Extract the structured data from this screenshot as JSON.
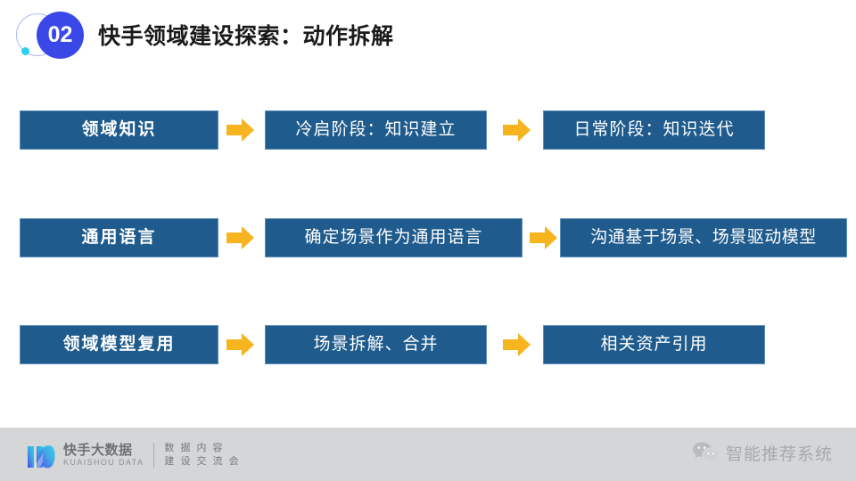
{
  "header": {
    "badge_number": "02",
    "title": "快手领域建设探索：动作拆解"
  },
  "flow": {
    "arrow_color": "#f6b51f",
    "node_fill": "#1f5b8c",
    "node_border": "#5b8ebb",
    "rows": [
      {
        "id": "row-1",
        "nodes": [
          {
            "label": "领域知识",
            "emphasis": "bold"
          },
          {
            "label": "冷启阶段：知识建立",
            "emphasis": "normal"
          },
          {
            "label": "日常阶段：知识迭代",
            "emphasis": "normal"
          }
        ],
        "arrows": [
          "arrow-right-icon",
          "arrow-right-icon"
        ]
      },
      {
        "id": "row-2",
        "nodes": [
          {
            "label": "通用语言",
            "emphasis": "bold"
          },
          {
            "label": "确定场景作为通用语言",
            "emphasis": "normal"
          },
          {
            "label": "沟通基于场景、场景驱动模型",
            "emphasis": "normal"
          }
        ],
        "arrows": [
          "arrow-right-icon",
          "arrow-right-icon"
        ]
      },
      {
        "id": "row-3",
        "nodes": [
          {
            "label": "领域模型复用",
            "emphasis": "bold"
          },
          {
            "label": "场景拆解、合并",
            "emphasis": "normal"
          },
          {
            "label": "相关资产引用",
            "emphasis": "normal"
          }
        ],
        "arrows": [
          "arrow-right-icon",
          "arrow-right-icon"
        ]
      }
    ]
  },
  "footer": {
    "background": "#d4d6d8",
    "logo": {
      "mark": "kuaishou-k-logo",
      "name_cn": "快手大数据",
      "name_en": "KUAISHOU DATA",
      "sub_line_1": "数 据 内 容",
      "sub_line_2": "建 设 交 流 会"
    },
    "wechat": {
      "icon": "wechat-icon",
      "label": "智能推荐系统"
    }
  }
}
